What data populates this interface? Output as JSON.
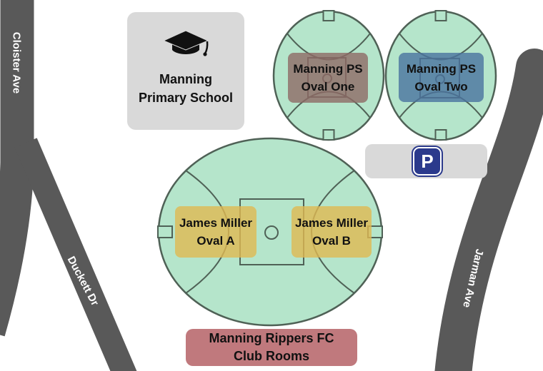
{
  "roads": {
    "cloister": {
      "label": "Cloister Ave"
    },
    "duckett": {
      "label": "Duckett Dr"
    },
    "jarman": {
      "label": "Jarman Ave"
    }
  },
  "school": {
    "line1": "Manning",
    "line2": "Primary School",
    "icon": "graduation-cap-icon"
  },
  "ovals": {
    "oval_one": {
      "line1": "Manning PS",
      "line2": "Oval One"
    },
    "oval_two": {
      "line1": "Manning PS",
      "line2": "Oval Two"
    },
    "oval_a": {
      "line1": "James Miller",
      "line2": "Oval A"
    },
    "oval_b": {
      "line1": "James Miller",
      "line2": "Oval B"
    }
  },
  "club_rooms": {
    "line1": "Manning Rippers FC",
    "line2": "Club Rooms"
  },
  "parking": {
    "sign_letter": "P"
  },
  "colors": {
    "field_green": "#b5e5cb",
    "field_outline": "#4f6156",
    "road_gray": "#595959",
    "block_gray": "#d9d9d9",
    "oval_one_label": "#8e6a65cc",
    "oval_two_label": "#4a739fcc",
    "james_miller_label": "#e0b951cc",
    "club_rooms_label": "#b0585ccc",
    "parking_blue": "#2b3a8c",
    "road_text": "#ffffff",
    "label_text": "#111111"
  }
}
